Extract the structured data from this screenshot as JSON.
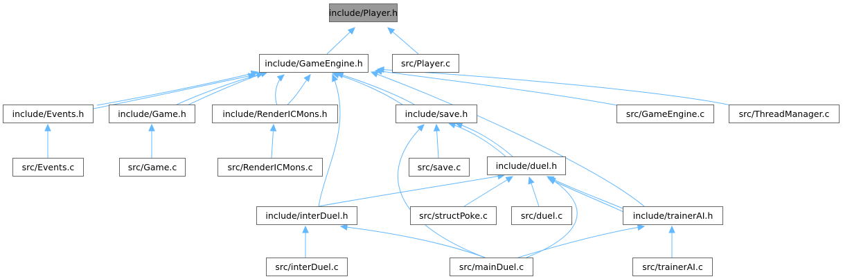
{
  "graph": {
    "nodes": [
      {
        "id": "player_h",
        "label": "include/Player.h",
        "root": true
      },
      {
        "id": "gameengine_h",
        "label": "include/GameEngine.h"
      },
      {
        "id": "player_c",
        "label": "src/Player.c"
      },
      {
        "id": "events_h",
        "label": "include/Events.h"
      },
      {
        "id": "game_h",
        "label": "include/Game.h"
      },
      {
        "id": "rendericmons_h",
        "label": "include/RenderICMons.h"
      },
      {
        "id": "save_h",
        "label": "include/save.h"
      },
      {
        "id": "gameengine_c",
        "label": "src/GameEngine.c"
      },
      {
        "id": "threadmanager_c",
        "label": "src/ThreadManager.c"
      },
      {
        "id": "events_c",
        "label": "src/Events.c"
      },
      {
        "id": "game_c",
        "label": "src/Game.c"
      },
      {
        "id": "rendericmons_c",
        "label": "src/RenderICMons.c"
      },
      {
        "id": "save_c",
        "label": "src/save.c"
      },
      {
        "id": "duel_h",
        "label": "include/duel.h"
      },
      {
        "id": "interduel_h",
        "label": "include/interDuel.h"
      },
      {
        "id": "structpoke_c",
        "label": "src/structPoke.c"
      },
      {
        "id": "duel_c",
        "label": "src/duel.c"
      },
      {
        "id": "trainerai_h",
        "label": "include/trainerAI.h"
      },
      {
        "id": "interduel_c",
        "label": "src/interDuel.c"
      },
      {
        "id": "mainduel_c",
        "label": "src/mainDuel.c"
      },
      {
        "id": "trainerai_c",
        "label": "src/trainerAI.c"
      }
    ],
    "edges": [
      {
        "from": "gameengine_h",
        "to": "player_h"
      },
      {
        "from": "player_c",
        "to": "player_h"
      },
      {
        "from": "events_h",
        "to": "gameengine_h"
      },
      {
        "from": "gameengine_h",
        "to": "events_h"
      },
      {
        "from": "game_h",
        "to": "gameengine_h"
      },
      {
        "from": "gameengine_h",
        "to": "game_h"
      },
      {
        "from": "rendericmons_h",
        "to": "gameengine_h"
      },
      {
        "from": "gameengine_h",
        "to": "rendericmons_h"
      },
      {
        "from": "save_h",
        "to": "gameengine_h"
      },
      {
        "from": "gameengine_h",
        "to": "save_h"
      },
      {
        "from": "interduel_h",
        "to": "gameengine_h"
      },
      {
        "from": "trainerai_h",
        "to": "gameengine_h"
      },
      {
        "from": "gameengine_c",
        "to": "gameengine_h"
      },
      {
        "from": "threadmanager_c",
        "to": "gameengine_h"
      },
      {
        "from": "events_c",
        "to": "events_h"
      },
      {
        "from": "game_c",
        "to": "game_h"
      },
      {
        "from": "rendericmons_c",
        "to": "rendericmons_h"
      },
      {
        "from": "save_c",
        "to": "save_h"
      },
      {
        "from": "duel_h",
        "to": "save_h"
      },
      {
        "from": "save_h",
        "to": "duel_h"
      },
      {
        "from": "mainduel_c",
        "to": "save_h"
      },
      {
        "from": "interduel_h",
        "to": "duel_h"
      },
      {
        "from": "structpoke_c",
        "to": "duel_h"
      },
      {
        "from": "duel_c",
        "to": "duel_h"
      },
      {
        "from": "trainerai_h",
        "to": "duel_h"
      },
      {
        "from": "duel_h",
        "to": "trainerai_h"
      },
      {
        "from": "mainduel_c",
        "to": "duel_h"
      },
      {
        "from": "interduel_c",
        "to": "interduel_h"
      },
      {
        "from": "mainduel_c",
        "to": "interduel_h"
      },
      {
        "from": "mainduel_c",
        "to": "trainerai_h"
      },
      {
        "from": "trainerai_c",
        "to": "trainerai_h"
      }
    ]
  }
}
